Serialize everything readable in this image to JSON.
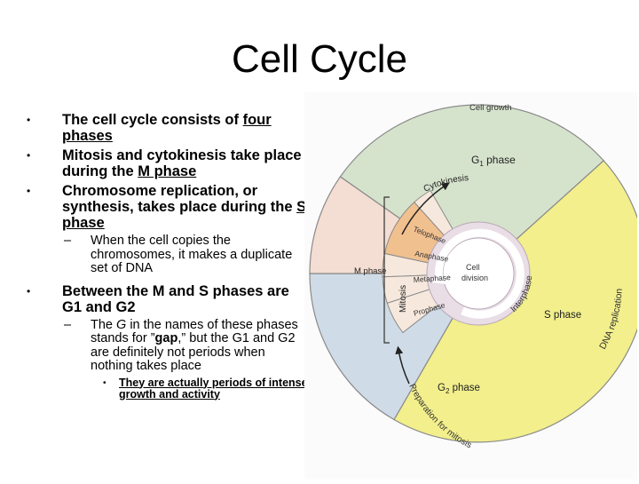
{
  "slide": {
    "title": "Cell Cycle",
    "bullets": {
      "b1_pre": "The cell cycle consists of ",
      "b1_u": "four phases",
      "b2_pre": "Mitosis and cytokinesis take place during the ",
      "b2_u": "M phase",
      "b3_pre": "Chromosome replication, or synthesis, takes place during the ",
      "b3_u": "S phase",
      "b3_sub": "When the cell copies the chromosomes, it makes a duplicate set of DNA",
      "b4": "Between the M and S phases are G1 and G2",
      "b4_sub_pre": "The ",
      "b4_sub_g": "G",
      "b4_sub_mid": " in the names of these phases stands for ”",
      "b4_sub_gap": "gap",
      "b4_sub_post": ",” but the G1 and G2 are definitely not periods when nothing takes place",
      "b4_subsub": "They are actually periods of intense growth and activity"
    }
  },
  "diagram": {
    "cell_growth": "Cell growth",
    "g1": "G",
    "g1_sub": "1",
    "g1_suffix": " phase",
    "s_phase": "S phase",
    "dna_replication": "DNA replication",
    "g2": "G",
    "g2_sub": "2",
    "g2_suffix": " phase",
    "prep_mitosis": "Preparation for mitosis",
    "interphase": "Interphase",
    "m_phase": "M phase",
    "mitosis": "Mitosis",
    "cytokinesis": "Cytokinesis",
    "telophase": "Telophase",
    "anaphase": "Anaphase",
    "metaphase": "Metaphase",
    "prophase": "Prophase",
    "cell_division_1": "Cell",
    "cell_division_2": "division",
    "colors": {
      "g1": "#d6e3cc",
      "s": "#f2ef8c",
      "g2": "#cfdbe6",
      "m_band": "#f4ddd2",
      "wedge_light": "#f6e8dc",
      "wedge_orange": "#f1c08f",
      "ring": "#e9dde6",
      "outline": "#8a8a8a"
    }
  }
}
